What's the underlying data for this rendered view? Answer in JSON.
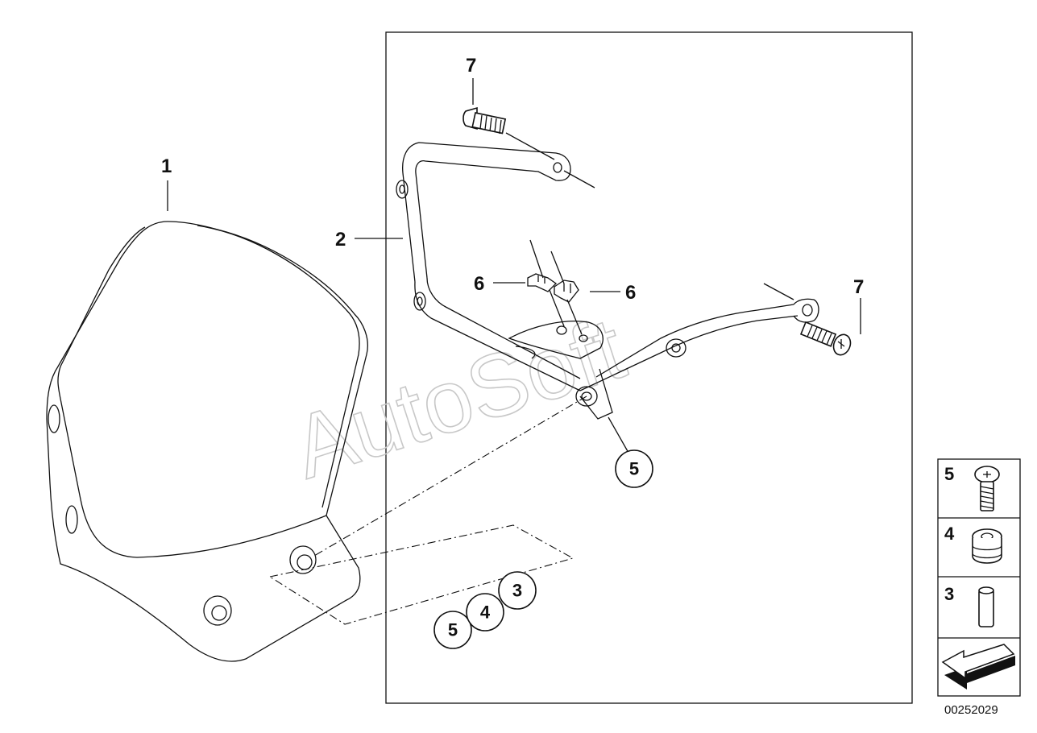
{
  "callouts": {
    "c1": "1",
    "c2": "2",
    "c6a": "6",
    "c6b": "6",
    "c7a": "7",
    "c7b": "7",
    "c5": "5",
    "c3": "3",
    "c4": "4",
    "c5b": "5"
  },
  "legend": {
    "row5": "5",
    "row4": "4",
    "row3": "3"
  },
  "watermark": "AutoSoft",
  "diagram_code": "00252029"
}
